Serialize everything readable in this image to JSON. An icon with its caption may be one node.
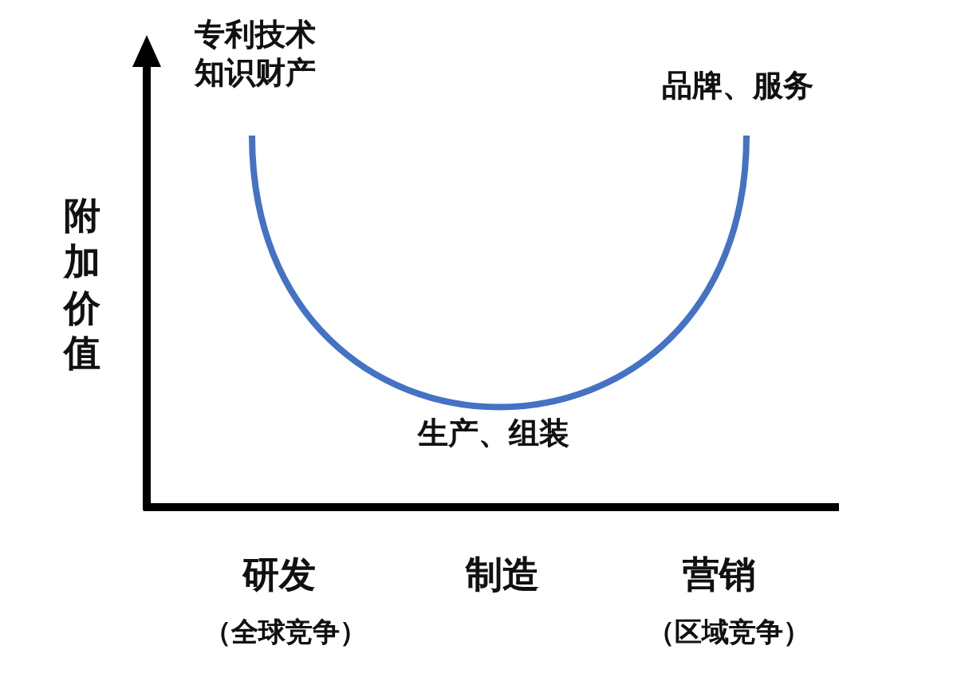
{
  "diagram": {
    "labels": [
      "专利技术",
      "知识财产",
      "品牌、服务",
      "附加价值",
      "生产、组装",
      "研发",
      "制造",
      "营销",
      "（全球竞争）",
      "（区域竞争）"
    ]
  }
}
